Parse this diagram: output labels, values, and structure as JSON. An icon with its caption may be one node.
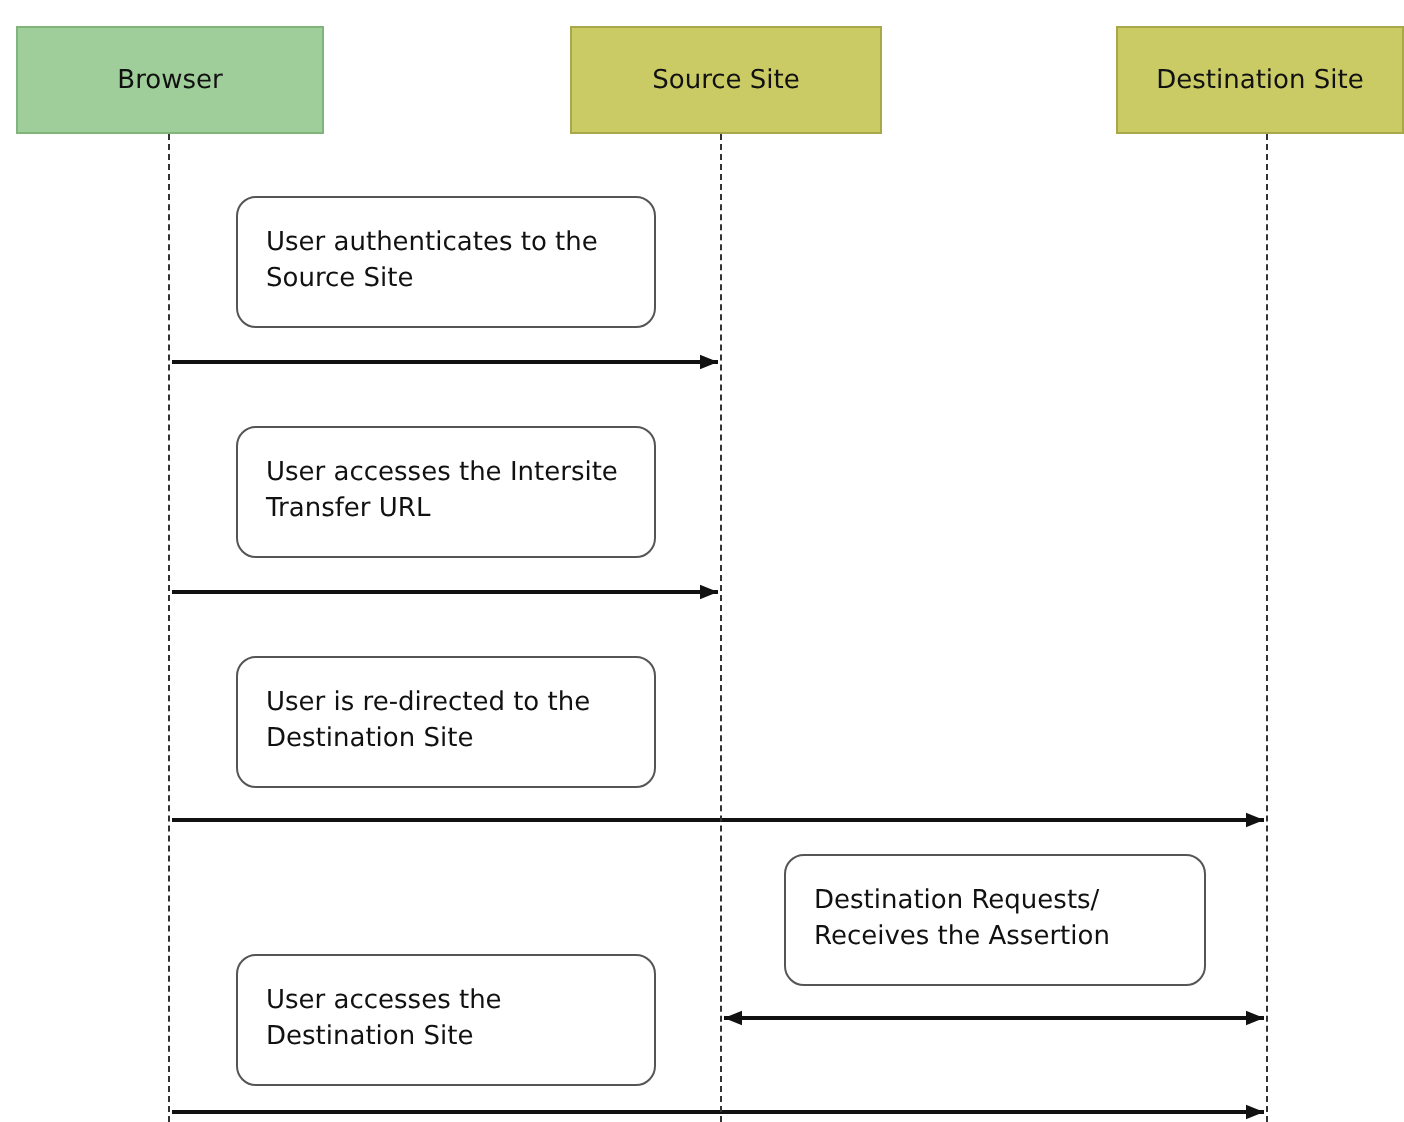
{
  "diagram": {
    "nodes": [
      {
        "text": [
          "Browser"
        ]
      },
      {
        "text": [
          "Source Site"
        ]
      },
      {
        "text": [
          "Destination Site"
        ]
      },
      {
        "text": [],
        "shape": "line"
      },
      {
        "text": [],
        "shape": "line"
      },
      {
        "text": [],
        "shape": "line"
      },
      {
        "text": [
          "User authenticates to the Source Site"
        ]
      },
      {
        "text": [
          "User accesses the Intersite Transfer URL"
        ]
      },
      {
        "text": [
          "User is re-directed to the Destination Site"
        ]
      },
      {
        "text": [
          "Destination Requests/ Receives the Assertion"
        ]
      },
      {
        "text": [
          "User accesses the Destination Site"
        ]
      }
    ],
    "edges": [
      {
        "from": 3,
        "to": 4,
        "arrow": "to"
      },
      {
        "from": 3,
        "to": 4,
        "arrow": "to"
      },
      {
        "from": 3,
        "to": 5,
        "arrow": "to"
      },
      {
        "from": 4,
        "to": 5,
        "arrow": "both"
      },
      {
        "from": 3,
        "to": 5,
        "arrow": "to"
      }
    ]
  }
}
